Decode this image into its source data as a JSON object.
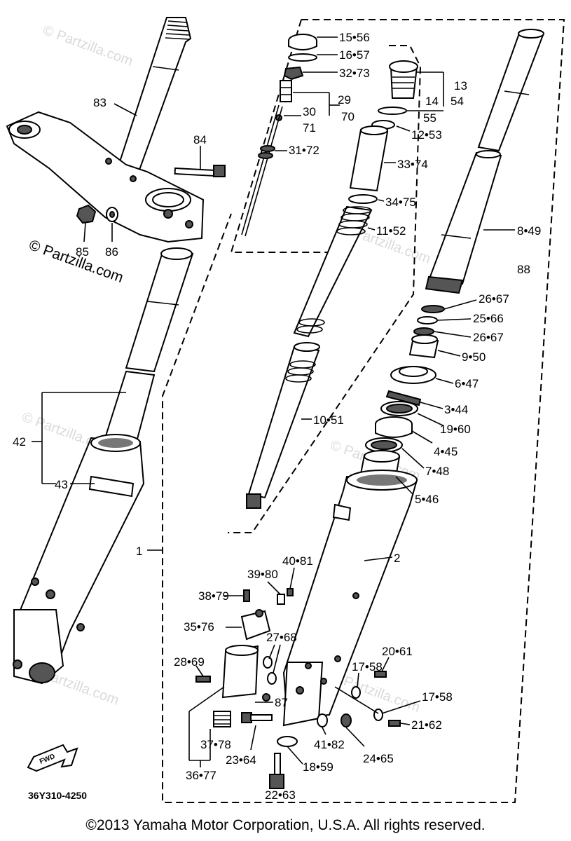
{
  "watermark": "© Partzilla.com",
  "diagram_code": "36Y310-4250",
  "fwd_label": "FWD",
  "copyright": "©2013  Yamaha Motor Corporation, U.S.A. All rights reserved.",
  "labels": {
    "l83": "83",
    "l84": "84",
    "l85": "85",
    "l86": "86",
    "l42": "42",
    "l43": "43",
    "l1": "1",
    "l2": "2",
    "l15_56": "15•56",
    "l16_57": "16•57",
    "l32_73": "32•73",
    "l29": "29",
    "l70": "70",
    "l30": "30",
    "l71": "71",
    "l31_72": "31•72",
    "l13": "13",
    "l54": "54",
    "l14": "14",
    "l55": "55",
    "l12_53": "12•53",
    "l33_74": "33•74",
    "l34_75": "34•75",
    "l11_52": "11•52",
    "l10_51": "10•51",
    "l8_49": "8•49",
    "l88": "88",
    "l26_67a": "26•67",
    "l25_66": "25•66",
    "l26_67b": "26•67",
    "l9_50": "9•50",
    "l6_47": "6•47",
    "l3_44": "3•44",
    "l19_60": "19•60",
    "l4_45": "4•45",
    "l7_48": "7•48",
    "l5_46": "5•46",
    "l40_81": "40•81",
    "l39_80": "39•80",
    "l38_79": "38•79",
    "l35_76": "35•76",
    "l27_68": "27•68",
    "l28_69": "28•69",
    "l87": "87",
    "l37_78": "37•78",
    "l36_77": "36•77",
    "l23_64": "23•64",
    "l22_63": "22•63",
    "l18_59": "18•59",
    "l41_82": "41•82",
    "l24_65": "24•65",
    "l17_58a": "17•58",
    "l20_61": "20•61",
    "l17_58b": "17•58",
    "l21_62": "21•62"
  }
}
